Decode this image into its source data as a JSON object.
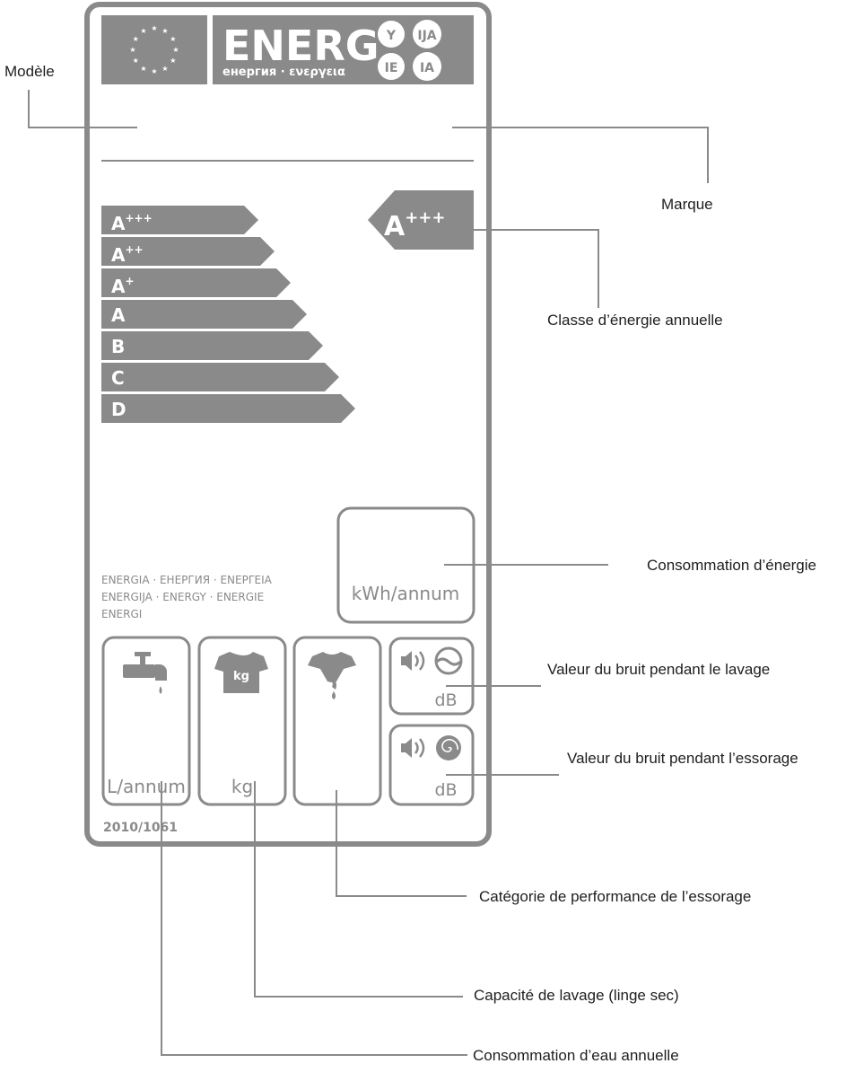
{
  "label": {
    "energy_word": "ENERG",
    "energy_subtitle": "енергия · ενεργεια",
    "lang_badges": [
      "Y",
      "IJA",
      "IE",
      "IA"
    ],
    "scale": [
      {
        "letter": "A",
        "sup": "+++"
      },
      {
        "letter": "A",
        "sup": "++"
      },
      {
        "letter": "A",
        "sup": "+"
      },
      {
        "letter": "A",
        "sup": ""
      },
      {
        "letter": "B",
        "sup": ""
      },
      {
        "letter": "C",
        "sup": ""
      },
      {
        "letter": "D",
        "sup": ""
      }
    ],
    "current_class": {
      "letter": "A",
      "sup": "+++"
    },
    "energy_unit": "kWh/annum",
    "energy_words": [
      "ENERGIA · ЕНЕРГИЯ · ΕΝΕΡΓΕΙΑ",
      "ENERGIJA · ENERGY · ENERGIE",
      "ENERGI"
    ],
    "water_unit": "L/annum",
    "capacity_unit": "kg",
    "shirt_label": "kg",
    "noise_unit_wash": "dB",
    "noise_unit_spin": "dB",
    "regulation": "2010/1061",
    "colors": {
      "label_gray": "#8a8a8a",
      "line_gray": "#8a8a8a"
    },
    "icons": [
      "eu-flag-icon",
      "tap-icon",
      "tshirt-icon",
      "spin-shirt-icon",
      "speaker-icon",
      "wash-drum-icon",
      "spin-spiral-icon"
    ]
  },
  "callouts": {
    "modele": "Modèle",
    "marque": "Marque",
    "classe": "Classe d’énergie annuelle",
    "consommation_energie": "Consommation d’énergie",
    "bruit_lavage": "Valeur du bruit pendant le lavage",
    "bruit_essorage": "Valeur du bruit pendant l’essorage",
    "categorie_essorage": "Catégorie de performance de l’essorage",
    "capacite": "Capacité de lavage (linge sec)",
    "eau": "Consommation d’eau annuelle"
  }
}
